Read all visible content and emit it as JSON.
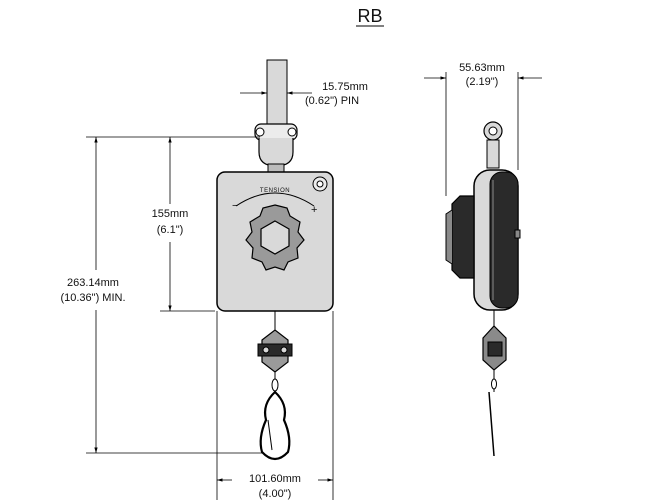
{
  "title": "RB",
  "dimensions": {
    "pin": {
      "mm": "15.75mm",
      "inch": "(0.62\")  PIN"
    },
    "width_side": {
      "mm": "55.63mm",
      "inch": "(2.19\")"
    },
    "body_height": {
      "mm": "155mm",
      "inch": "(6.1\")"
    },
    "total_height": {
      "mm": "263.14mm",
      "inch": "(10.36\")  MIN."
    },
    "width_front": {
      "mm": "101.60mm",
      "inch": "(4.00\")"
    }
  },
  "tension_label": "TENSION",
  "tension_minus": "−",
  "tension_plus": "+",
  "colors": {
    "body": "#d9d9d9",
    "dark": "#2a2a2a",
    "mid": "#8a8a8a",
    "line": "#000000"
  }
}
